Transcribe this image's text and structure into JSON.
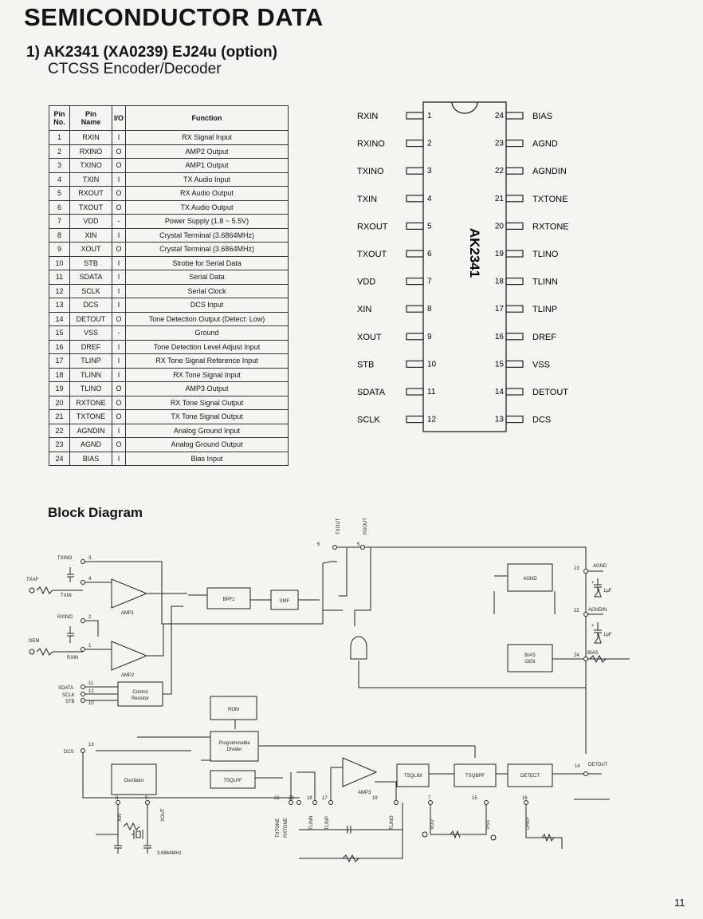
{
  "header": {
    "title": "SEMICONDUCTOR DATA",
    "subtitle": "1) AK2341 (XA0239)    EJ24u (option)",
    "description": "CTCSS Encoder/Decoder"
  },
  "pin_table": {
    "headers": [
      "Pin\nNo.",
      "Pin\nName",
      "I/O",
      "Function"
    ],
    "rows": [
      [
        "1",
        "RXIN",
        "I",
        "RX Signal Input"
      ],
      [
        "2",
        "RXINO",
        "O",
        "AMP2 Output"
      ],
      [
        "3",
        "TXINO",
        "O",
        "AMP1 Output"
      ],
      [
        "4",
        "TXIN",
        "I",
        "TX Audio Input"
      ],
      [
        "5",
        "RXOUT",
        "O",
        "RX Audio Output"
      ],
      [
        "6",
        "TXOUT",
        "O",
        "TX Audio Output"
      ],
      [
        "7",
        "VDD",
        "-",
        "Power Supply (1.8 ~ 5.5V)"
      ],
      [
        "8",
        "XIN",
        "I",
        "Crystal Terminal (3.6864MHz)"
      ],
      [
        "9",
        "XOUT",
        "O",
        "Crystal Terminal (3.6864MHz)"
      ],
      [
        "10",
        "STB",
        "I",
        "Strobe for Serial Data"
      ],
      [
        "11",
        "SDATA",
        "I",
        "Serial Data"
      ],
      [
        "12",
        "SCLK",
        "I",
        "Serial Clock"
      ],
      [
        "13",
        "DCS",
        "I",
        "DCS Input"
      ],
      [
        "14",
        "DETOUT",
        "O",
        "Tone Detection Output (Detect:  Low)"
      ],
      [
        "15",
        "VSS",
        "-",
        "Ground"
      ],
      [
        "16",
        "DREF",
        "I",
        "Tone Detection Level Adjust Input"
      ],
      [
        "17",
        "TLINP",
        "I",
        "RX Tone Signal Reference Input"
      ],
      [
        "18",
        "TLINN",
        "I",
        "RX Tone Signal Input"
      ],
      [
        "19",
        "TLINO",
        "O",
        "AMP3 Output"
      ],
      [
        "20",
        "RXTONE",
        "O",
        "RX Tone Signal Output"
      ],
      [
        "21",
        "TXTONE",
        "O",
        "TX Tone Signal Output"
      ],
      [
        "22",
        "AGNDIN",
        "I",
        "Analog Ground Input"
      ],
      [
        "23",
        "AGND",
        "O",
        "Analog Ground Output"
      ],
      [
        "24",
        "BIAS",
        "I",
        "Bias Input"
      ]
    ]
  },
  "ic_pinout": {
    "chip_label": "AK2341",
    "left_pins": [
      {
        "num": "1",
        "name": "RXIN"
      },
      {
        "num": "2",
        "name": "RXINO"
      },
      {
        "num": "3",
        "name": "TXINO"
      },
      {
        "num": "4",
        "name": "TXIN"
      },
      {
        "num": "5",
        "name": "RXOUT"
      },
      {
        "num": "6",
        "name": "TXOUT"
      },
      {
        "num": "7",
        "name": "VDD"
      },
      {
        "num": "8",
        "name": "XIN"
      },
      {
        "num": "9",
        "name": "XOUT"
      },
      {
        "num": "10",
        "name": "STB"
      },
      {
        "num": "11",
        "name": "SDATA"
      },
      {
        "num": "12",
        "name": "SCLK"
      }
    ],
    "right_pins": [
      {
        "num": "24",
        "name": "BIAS"
      },
      {
        "num": "23",
        "name": "AGND"
      },
      {
        "num": "22",
        "name": "AGNDIN"
      },
      {
        "num": "21",
        "name": "TXTONE"
      },
      {
        "num": "20",
        "name": "RXTONE"
      },
      {
        "num": "19",
        "name": "TLINO"
      },
      {
        "num": "18",
        "name": "TLINN"
      },
      {
        "num": "17",
        "name": "TLINP"
      },
      {
        "num": "16",
        "name": "DREF"
      },
      {
        "num": "15",
        "name": "VSS"
      },
      {
        "num": "14",
        "name": "DETOUT"
      },
      {
        "num": "13",
        "name": "DCS"
      }
    ]
  },
  "block_diagram": {
    "title": "Block Diagram",
    "blocks": {
      "bpf1": "BPF1",
      "smf": "SMF",
      "agnd": "AGND",
      "bias_gen_1": "BIAS",
      "bias_gen_2": "GEN",
      "control_1": "Control",
      "control_2": "Resistor",
      "rom": "ROM",
      "prog_1": "Programmable",
      "prog_2": "Divider",
      "oscillator": "Oscillator",
      "tsqlpf": "TSQLPF",
      "tsqlim": "TSQLIM",
      "tsqbpf": "TSQBPF",
      "detect": "DETECT"
    },
    "amps": {
      "amp1": "AMP1",
      "amp2": "AMP2",
      "amp3": "AMP3"
    },
    "signals": {
      "txaf": "TXAF",
      "dem": "DEM",
      "txino": "TXINO",
      "txin": "TXIN",
      "rxino": "RXINO",
      "rxin": "RXIN",
      "sdata": "SDATA",
      "sclk": "SCLK",
      "stb": "STB",
      "dcs": "DCS",
      "txout": "TXOUT",
      "rxout": "RXOUT",
      "agnd": "AGND",
      "agndin": "AGNDIN",
      "bias": "BIAS",
      "detout": "DETOUT",
      "xin": "XIN",
      "xout": "XOUT",
      "txtone": "TXTONE",
      "rxtone": "RXTONE",
      "tlinn": "TLINN",
      "tlinp": "TLINP",
      "tlino": "TLINO",
      "vdd": "VDD",
      "vss": "VSS",
      "dref": "DREF",
      "crystal": "3.6864MHz",
      "cap1": "1µF",
      "cap2": "1µF",
      "plus": "+"
    },
    "pin_numbers": {
      "p3": "3",
      "p4": "4",
      "p2": "2",
      "p1": "1",
      "p11": "11",
      "p12": "12",
      "p10": "10",
      "p13": "13",
      "p6": "6",
      "p5": "5",
      "p23": "23",
      "p22": "22",
      "p24": "24",
      "p14": "14",
      "p8": "8",
      "p9": "9",
      "p21": "21",
      "p20": "20",
      "p18": "18",
      "p17": "17",
      "p19": "19",
      "p7": "7",
      "p15": "15",
      "p16": "16"
    }
  },
  "page_number": "11"
}
